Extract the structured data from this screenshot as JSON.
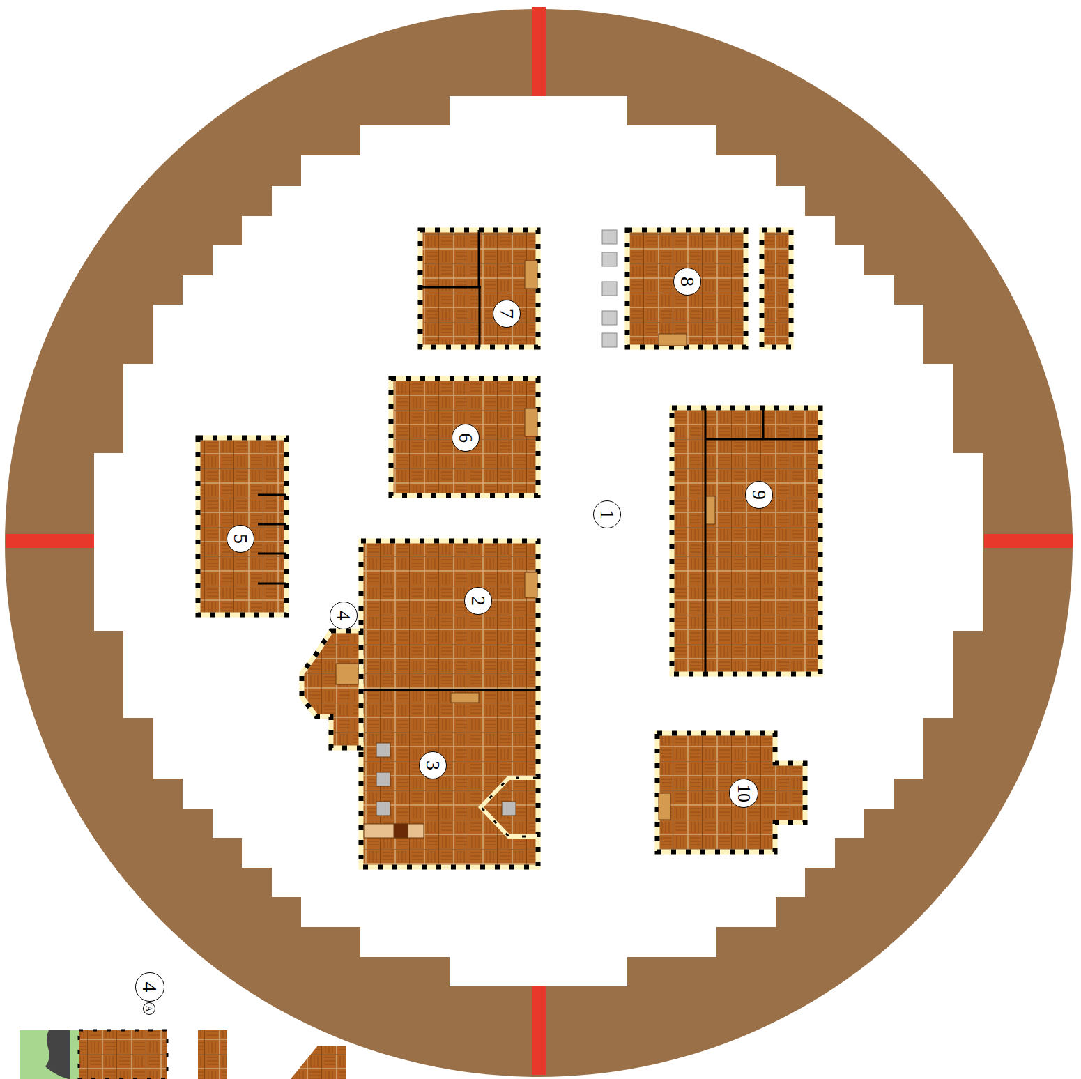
{
  "diagram": {
    "labels": [
      "1",
      "2",
      "3",
      "4",
      "5",
      "6",
      "7",
      "8",
      "9",
      "10",
      "4",
      "A"
    ]
  }
}
